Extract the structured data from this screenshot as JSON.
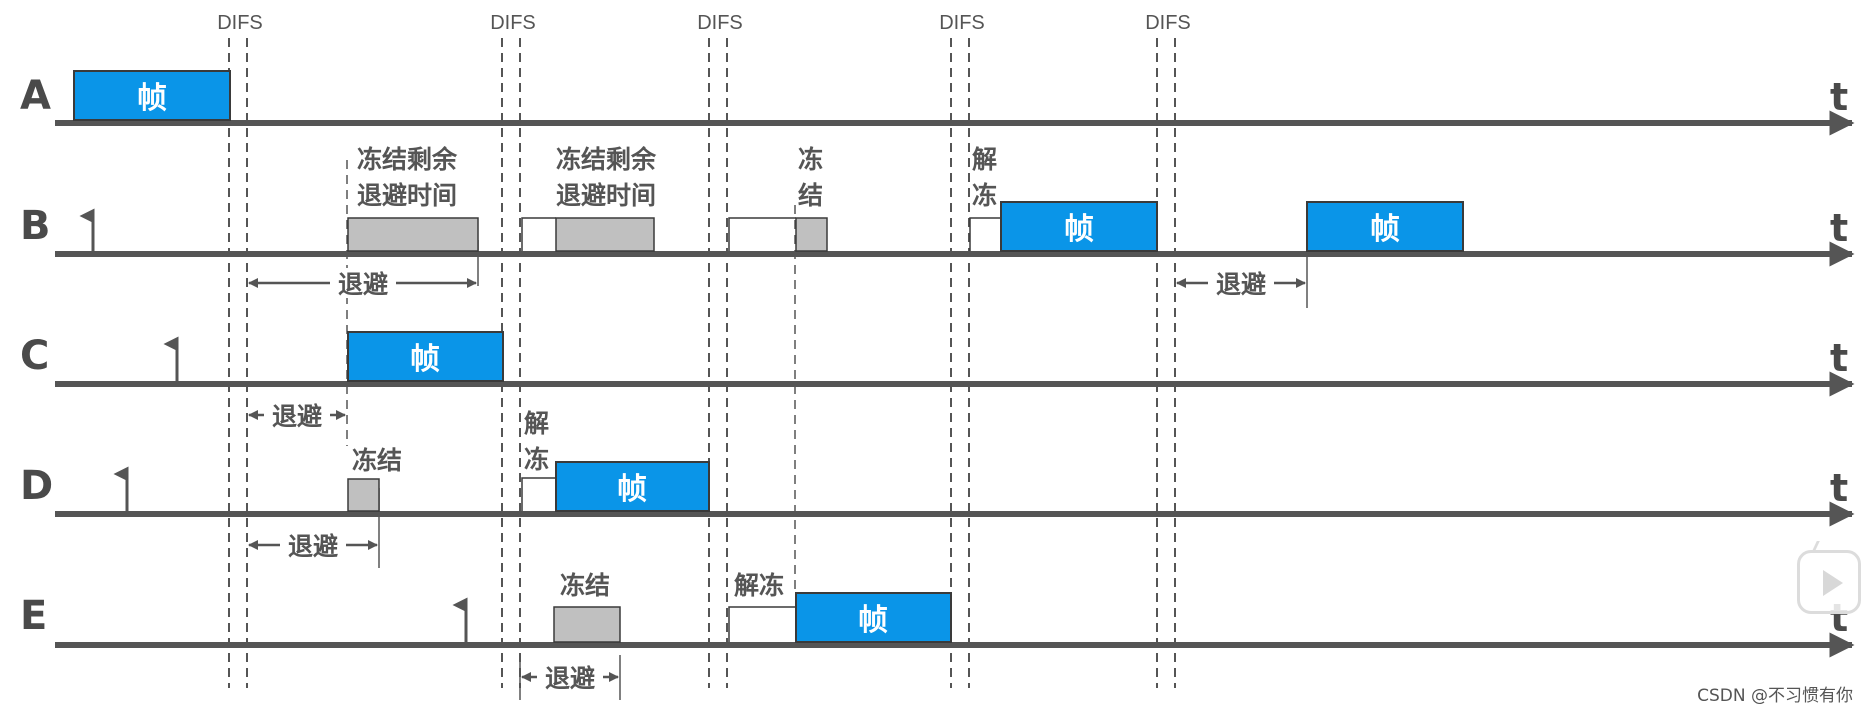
{
  "difs_label": "DIFS",
  "time_label": "t",
  "stations": [
    "A",
    "B",
    "C",
    "D",
    "E"
  ],
  "labels": {
    "frame": "帧",
    "backoff": "退避",
    "freeze": "冻结",
    "freeze_remaining": [
      "冻结剩余",
      "退避时间"
    ],
    "freeze_split": [
      "冻",
      "结"
    ],
    "unfreeze": "解冻",
    "unfreeze_split": [
      "解",
      "冻"
    ]
  },
  "watermark": "CSDN @不习惯有你",
  "icons": {
    "player": "video-player-icon"
  },
  "colors": {
    "frame": "#0a95e8",
    "frame_border": "#3a3a3a",
    "backoff_block": "#c0c0c0",
    "axis": "#555555",
    "text": "#555555"
  }
}
